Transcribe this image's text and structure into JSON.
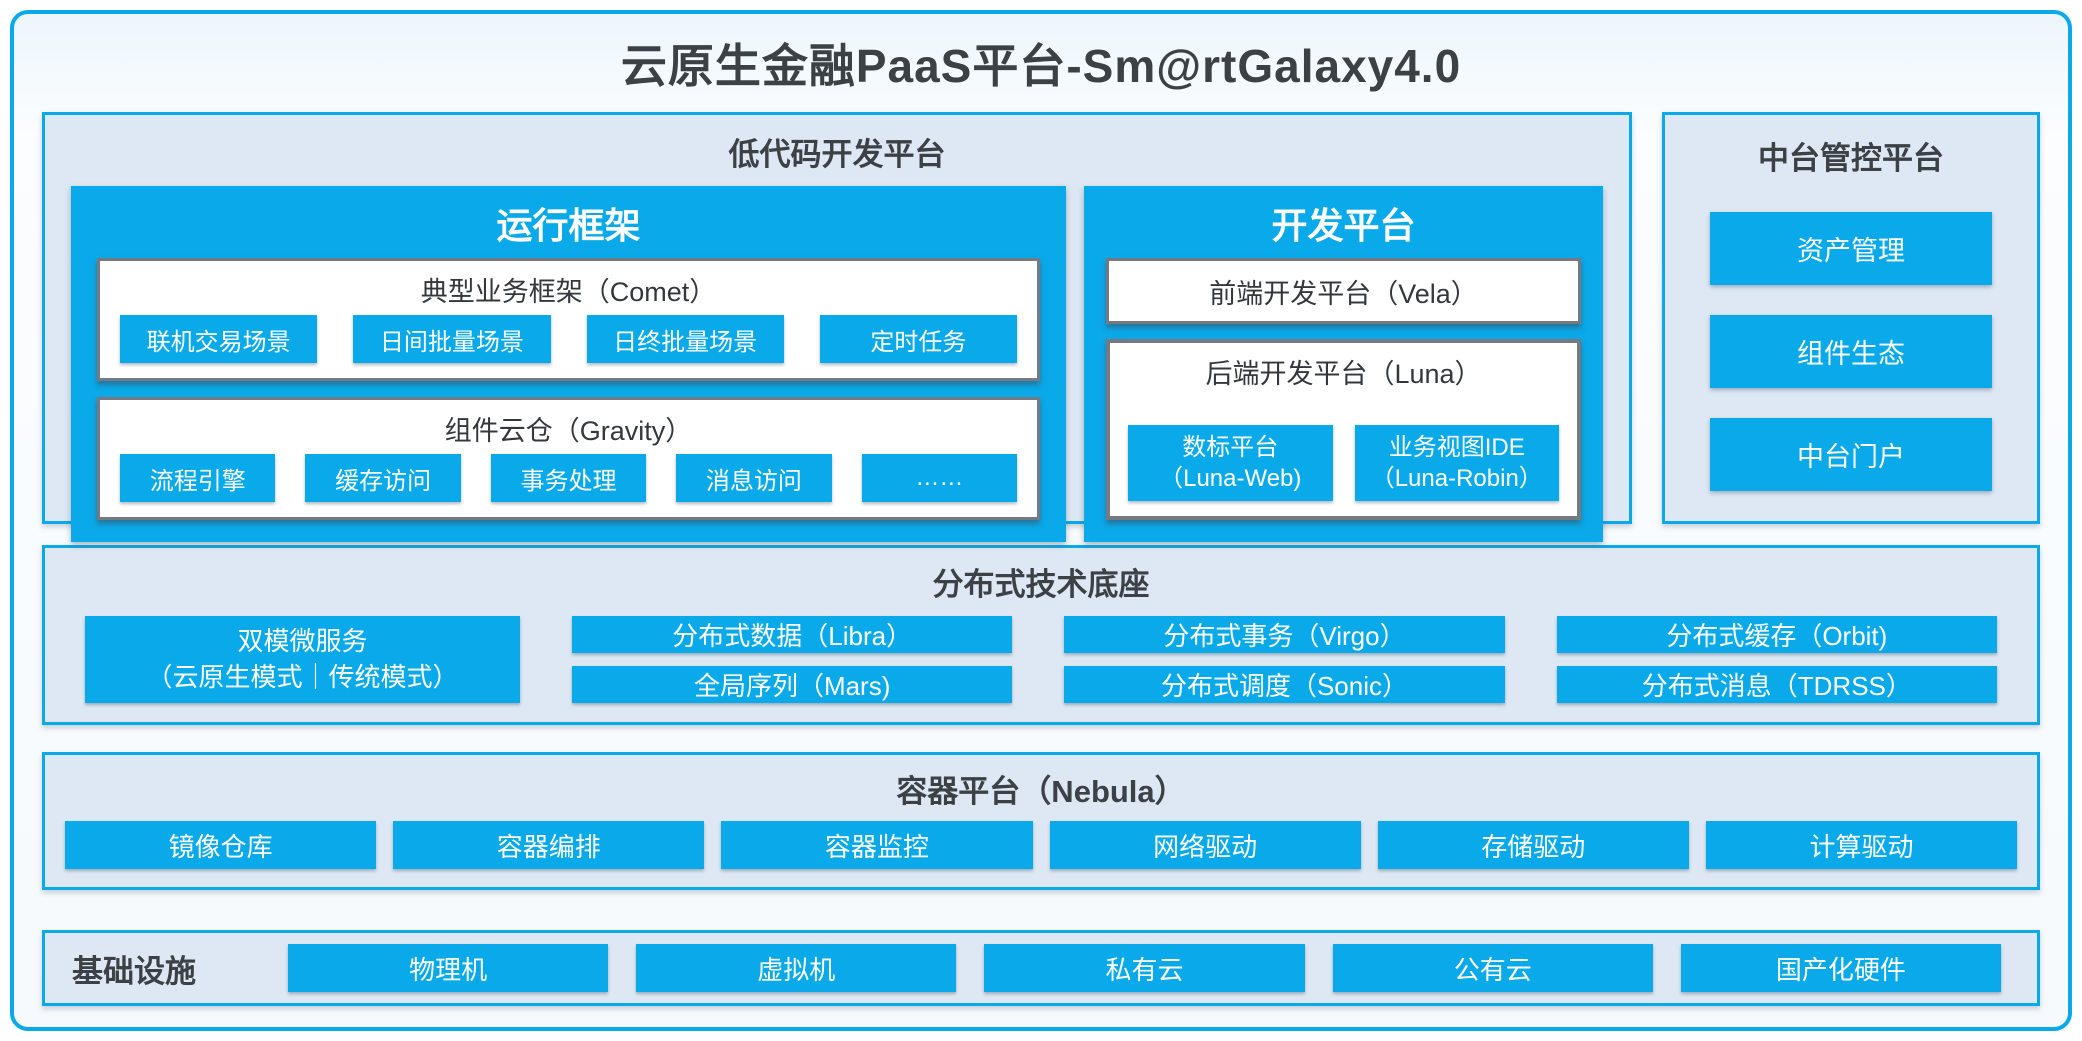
{
  "title": "云原生金融PaaS平台-Sm@rtGalaxy4.0",
  "colors": {
    "brand_blue": "#0AA9E9",
    "panel_background": "#DDE8F4",
    "dark_text": "#3C4146",
    "white_box_border": "#757A82",
    "white": "#FFFFFF"
  },
  "low_code_platform": {
    "title": "低代码开发平台",
    "runtime_framework": {
      "title": "运行框架",
      "comet": {
        "title": "典型业务框架（Comet）",
        "items": [
          "联机交易场景",
          "日间批量场景",
          "日终批量场景",
          "定时任务"
        ]
      },
      "gravity": {
        "title": "组件云仓（Gravity）",
        "items": [
          "流程引擎",
          "缓存访问",
          "事务处理",
          "消息访问",
          "……"
        ]
      }
    },
    "dev_platform": {
      "title": "开发平台",
      "vela_title": "前端开发平台（Vela）",
      "luna": {
        "title": "后端开发平台（Luna）",
        "items": [
          {
            "line1": "数标平台",
            "line2": "（Luna-Web)"
          },
          {
            "line1": "业务视图IDE",
            "line2": "（Luna-Robin）"
          }
        ]
      }
    }
  },
  "mid_platform": {
    "title": "中台管控平台",
    "items": [
      "资产管理",
      "组件生态",
      "中台门户"
    ]
  },
  "distributed_base": {
    "title": "分布式技术底座",
    "dual_mode": {
      "line1": "双模微服务",
      "line2": "（云原生模式｜传统模式）"
    },
    "row1": [
      "分布式数据（Libra）",
      "分布式事务（Virgo）",
      "分布式缓存（Orbit)"
    ],
    "row2": [
      "全局序列（Mars)",
      "分布式调度（Sonic）",
      "分布式消息（TDRSS）"
    ]
  },
  "container_platform": {
    "title": "容器平台（Nebula）",
    "items": [
      "镜像仓库",
      "容器编排",
      "容器监控",
      "网络驱动",
      "存储驱动",
      "计算驱动"
    ]
  },
  "infrastructure": {
    "title": "基础设施",
    "items": [
      "物理机",
      "虚拟机",
      "私有云",
      "公有云",
      "国产化硬件"
    ]
  }
}
